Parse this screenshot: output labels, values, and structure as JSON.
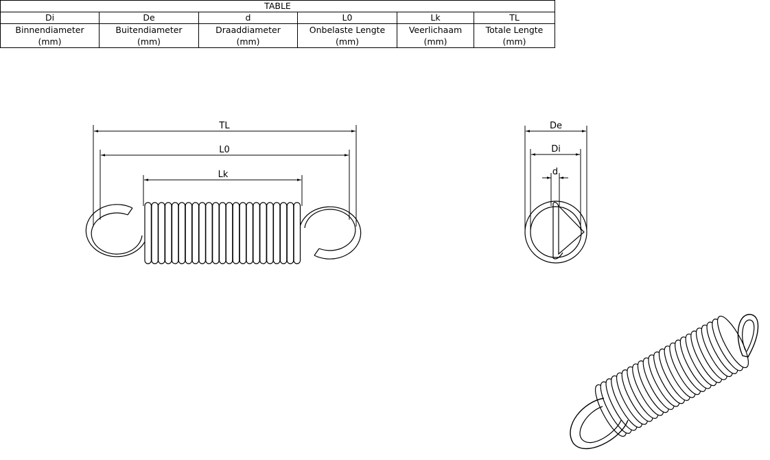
{
  "table": {
    "title": "TABLE",
    "columns": [
      {
        "symbol": "Di",
        "name": "Binnendiameter",
        "unit": "(mm)"
      },
      {
        "symbol": "De",
        "name": "Buitendiameter",
        "unit": "(mm)"
      },
      {
        "symbol": "d",
        "name": "Draaddiameter",
        "unit": "(mm)"
      },
      {
        "symbol": "L0",
        "name": "Onbelaste Lengte",
        "unit": "(mm)"
      },
      {
        "symbol": "Lk",
        "name": "Veerlichaam",
        "unit": "(mm)"
      },
      {
        "symbol": "TL",
        "name": "Totale Lengte",
        "unit": "(mm)"
      }
    ]
  },
  "side_view": {
    "dimensions": {
      "total": "TL",
      "free_length": "L0",
      "body": "Lk"
    }
  },
  "end_view": {
    "dimensions": {
      "outer": "De",
      "inner": "Di",
      "wire": "d"
    }
  },
  "colors": {
    "line": "#000000",
    "background": "#ffffff"
  }
}
